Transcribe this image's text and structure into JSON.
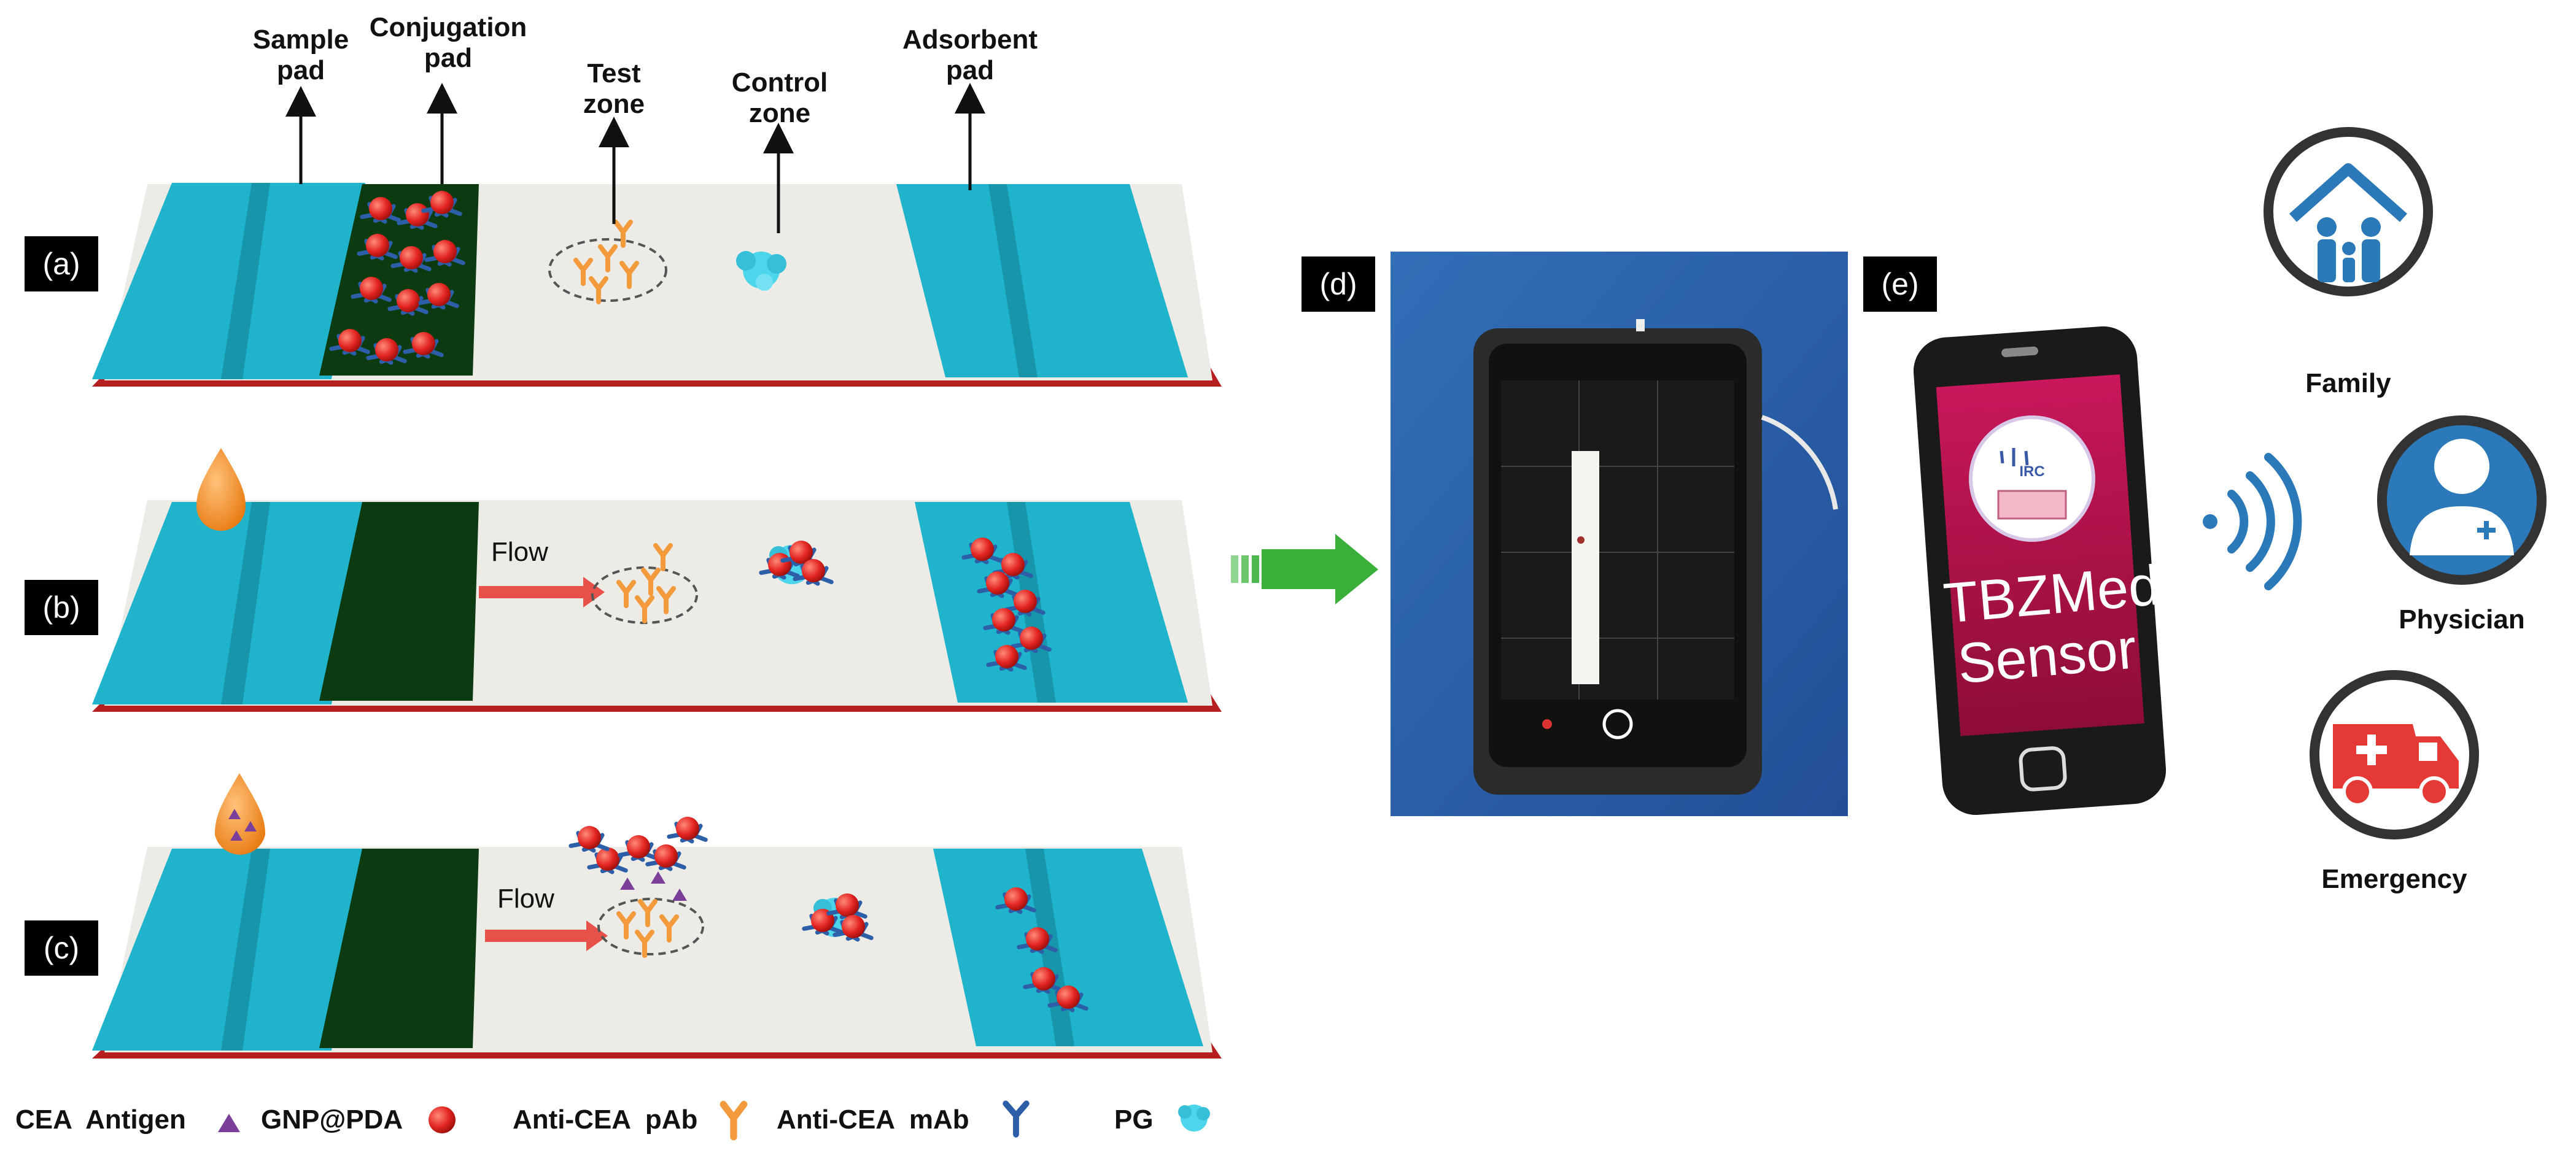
{
  "strip_labels": {
    "sample_pad": "Sample\npad",
    "conjugation_pad": "Conjugation\npad",
    "test_zone": "Test\nzone",
    "control_zone": "Control\nzone",
    "adsorbent_pad": "Adsorbent\npad"
  },
  "panels": {
    "a": "(a)",
    "b": "(b)",
    "c": "(c)",
    "d": "(d)",
    "e": "(e)"
  },
  "flow_label": "Flow",
  "app_name": "TBZMed\nSensor",
  "logo_text": "IRC",
  "recipients": {
    "family": "Family",
    "physician": "Physician",
    "emergency": "Emergency"
  },
  "legend": {
    "cea_antigen": "CEA  Antigen",
    "gnp": "GNP@PDA",
    "pab": "Anti-CEA  pAb",
    "mab": "Anti-CEA  mAb",
    "pg": "PG"
  },
  "colors": {
    "pad_blue": "#1fb3cc",
    "conjugation_green": "#0c3b12",
    "membrane": "#ecebe6",
    "backing_red": "#b51f1f",
    "gnp_red": "#e32521",
    "pab_orange": "#f39a3c",
    "mab_blue": "#2c5fa8",
    "antigen_purple": "#7b3f9a",
    "arrow_green": "#3ab03a",
    "phone_screen": "#b2124a",
    "recipient_blue": "#2b79b8"
  }
}
